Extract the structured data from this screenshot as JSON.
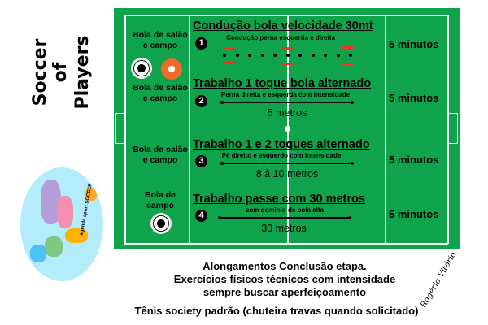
{
  "brand": {
    "line1": "Soccer",
    "line2": "of",
    "line3": "Players"
  },
  "logo_text": "agenda sport SOCCER",
  "drills": [
    {
      "number": "1",
      "title": "Condução bola velocidade 30mt",
      "subtitle": "Condução perna esquerda e direita",
      "distance": "",
      "duration": "5 minutos",
      "ball_label": "Bola de salão e campo"
    },
    {
      "number": "2",
      "title": "Trabalho 1 toque bola alternado",
      "subtitle": "Perna direita e esquerda com intensidade",
      "distance": "5 metros",
      "duration": "5 minutos",
      "ball_label": "Bola de salão e campo"
    },
    {
      "number": "3",
      "title": "Trabalho 1 e 2 toques alternado",
      "subtitle": "Pé direito e esquerdo com intensidade",
      "distance": "8 à 10 metros",
      "duration": "5 minutos",
      "ball_label": "Bola de salão e campo"
    },
    {
      "number": "4",
      "title": "Trabalho passe com 30 metros",
      "subtitle": "com dominio de bola alta",
      "distance": "30 metros",
      "duration": "5 minutos",
      "ball_label": "Bola de campo"
    }
  ],
  "footer": {
    "line1": "Alongamentos Conclusão etapa.",
    "line2": "Exercícios físicos técnicos com intensidade",
    "line3": "sempre buscar aperfeiçoamento",
    "line4": "Tênis society padrão (chuteira travas quando solicitado)"
  },
  "signature": "Rogério Vitório",
  "colors": {
    "field": "#0fa34b",
    "arrow": "#e32222",
    "map_bg": "#b3ecfa"
  }
}
